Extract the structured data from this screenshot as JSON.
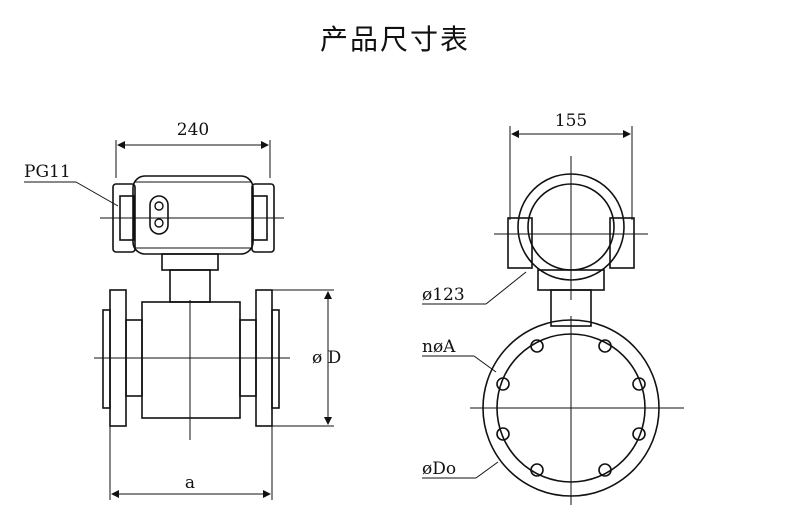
{
  "title": "产品尺寸表",
  "side_view": {
    "dimension_width": "240",
    "label_pg": "PG11",
    "label_d": "ø D",
    "label_a": "a"
  },
  "front_view": {
    "dimension_width": "155",
    "label_dia_123": "ø123",
    "label_holes": "nøA",
    "label_do": "øDo"
  }
}
